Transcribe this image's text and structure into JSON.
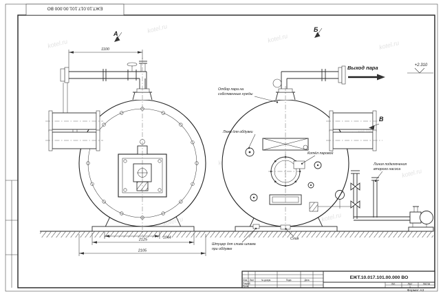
{
  "doc": {
    "number": "ЕЖТ.10.017.101.00.000  ВО",
    "stamp_number": "ЕЖТ.10.017.101.00.000  ВО"
  },
  "tb": {
    "h_izm": "Изм.",
    "h_list": "Лист",
    "h_doc": "№ докум.",
    "h_sign": "Подп.",
    "h_date": "Дата",
    "r_dev": "Разраб.",
    "r_check": "Пров.",
    "c_lit": "Лит.",
    "c_sheet": "Лист",
    "c_sheets": "Листов",
    "sheet_no": "1",
    "format": "Формат А3"
  },
  "views": {
    "a": "А",
    "b": "Б",
    "v": "В"
  },
  "labels": {
    "steam_outlet": "Выход пара",
    "elevation": "+2.310",
    "own1": "Отбор пара на",
    "own2": "собственные нужды",
    "hatches": "Люки для обдувки",
    "boiler": "Котёл паровой",
    "pump1": "Линия подключения",
    "pump2": "второго насоса",
    "drain": "Слив",
    "sludge1": "Штуцер для слива шлама",
    "sludge2": "при обдувке"
  },
  "dims": {
    "pipe": "1100",
    "support": "1044",
    "base": "2125",
    "overall": "2105"
  },
  "watermark": {
    "text": "kotel.ru"
  }
}
